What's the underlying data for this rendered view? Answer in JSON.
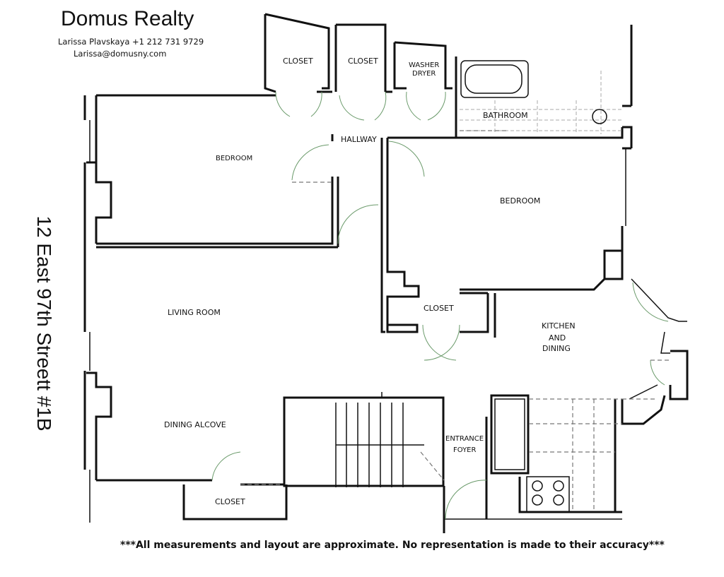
{
  "header": {
    "company": "Domus Realty",
    "agent_line": "Larissa Plavskaya +1 212 731 9729",
    "email": "Larissa@domusny.com"
  },
  "address": "12 East 97th Streett #1B",
  "disclaimer": "***All measurements and layout are approximate. No representation is made to their accuracy***",
  "rooms": {
    "closet_1": "CLOSET",
    "closet_2": "CLOSET",
    "washer_1": "WASHER",
    "washer_2": "DRYER",
    "bathroom": "BATHROOM",
    "hallway": "HALLWAY",
    "bedroom_left": "BEDROOM",
    "bedroom_right": "BEDROOM",
    "closet_mid": "CLOSET",
    "living": "LIVING  ROOM",
    "kitchen_1": "KITCHEN",
    "kitchen_2": "AND",
    "kitchen_3": "DINING",
    "dining_alcove": "DINING ALCOVE",
    "entrance_1": "ENTRANCE",
    "entrance_2": "FOYER",
    "closet_bottom": "CLOSET"
  },
  "colors": {
    "walls": "#111111",
    "door_swing": "#6a9a6a",
    "dashed": "#777777"
  }
}
